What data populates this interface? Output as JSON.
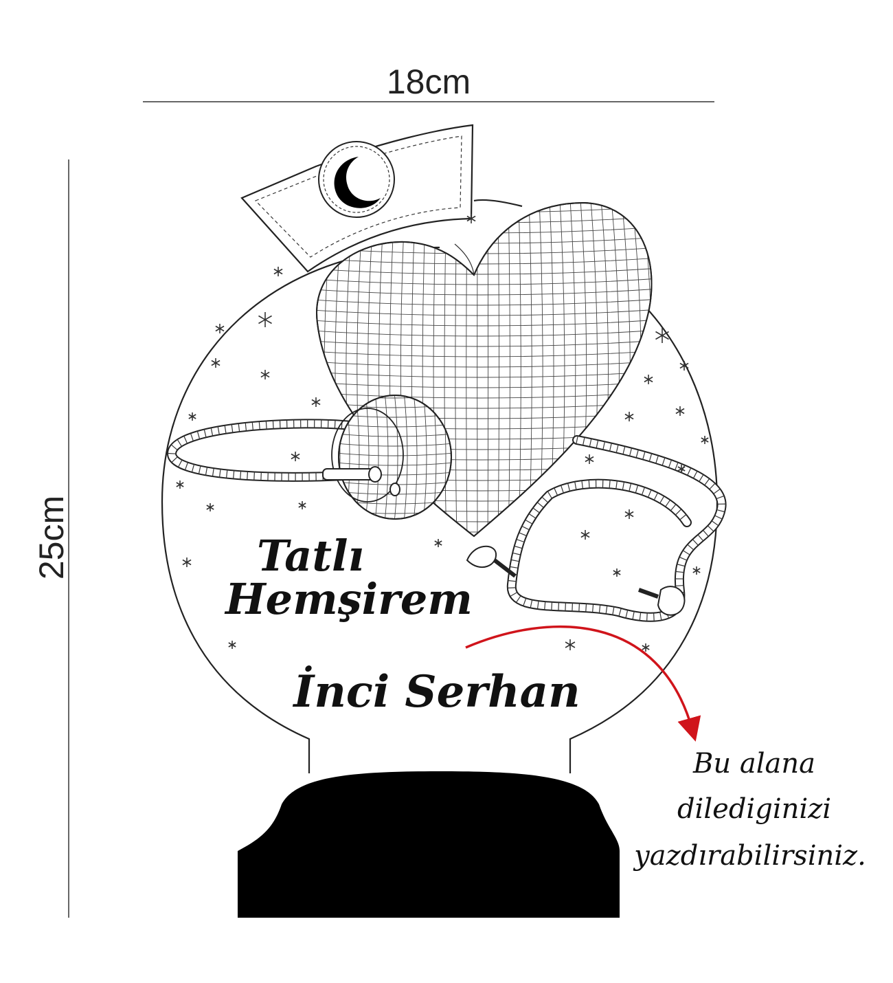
{
  "dimensions": {
    "width_label": "18cm",
    "height_label": "25cm"
  },
  "design": {
    "line1": "Tatlı",
    "line2": "Hemşirem",
    "name": "İnci Serhan"
  },
  "note": {
    "line1": "Bu alana",
    "line2": "dilediginizi",
    "line3": "yazdırabilirsiniz."
  },
  "colors": {
    "arrow": "#d0141b",
    "base": "#000000",
    "line": "#222222"
  },
  "icons": [
    "crescent-icon",
    "heart-icon",
    "stethoscope-icon",
    "star-icon",
    "nurse-cap-icon"
  ]
}
